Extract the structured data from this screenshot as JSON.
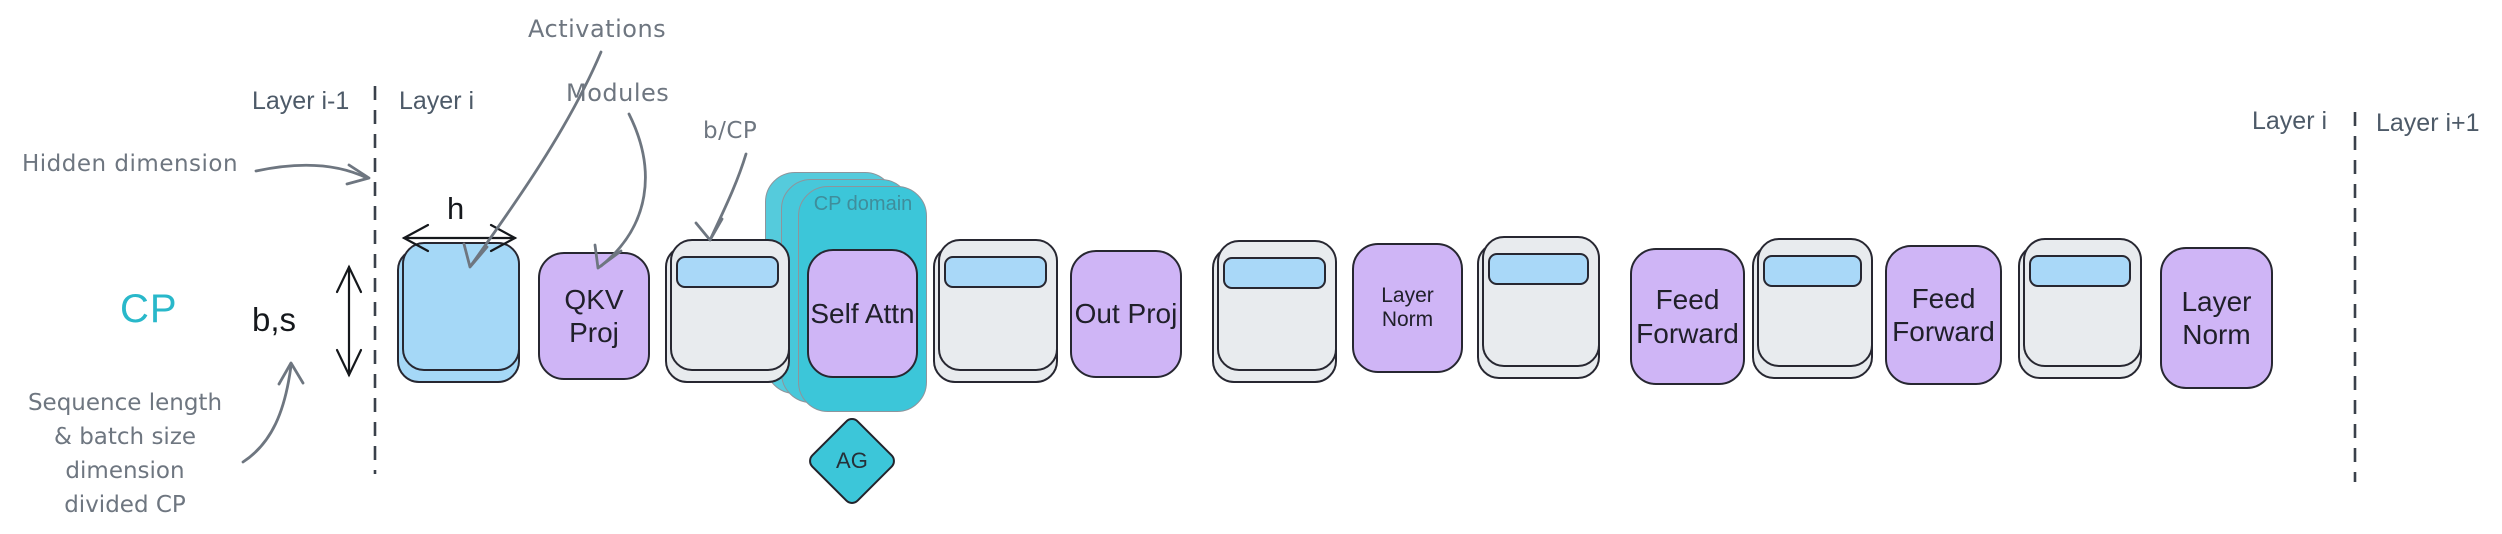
{
  "title": "Context parallelism transformer layer diagram",
  "layer_labels": {
    "left_prev": "Layer i-1",
    "left_curr": "Layer i",
    "right_curr": "Layer i",
    "right_next": "Layer i+1"
  },
  "annotations": {
    "hidden_dimension": "Hidden dimension",
    "activations": "Activations",
    "modules": "Modules",
    "b_over_cp": "b/CP",
    "cp": "CP",
    "bs": "b,s",
    "h": "h",
    "cp_domain": "CP domain",
    "ag": "AG",
    "seq_note_lines": [
      "Sequence length",
      "& batch size",
      "dimension",
      "divided CP"
    ]
  },
  "modules": {
    "qkv_proj": "QKV Proj",
    "self_attn": "Self Attn",
    "out_proj": "Out Proj",
    "layer_norm_1": "Layer Norm",
    "feed_forward_1": "Feed Forward",
    "feed_forward_2": "Feed Forward",
    "layer_norm_2": "Layer Norm"
  },
  "colors": {
    "activation_blue": "#a5d8f7",
    "activation_gray": "#e8ebee",
    "module_purple": "#cfb5f6",
    "cp_teal": "#3cc6d9",
    "cp_text_teal": "#29b8ca",
    "annotation_gray": "#6e7680",
    "box_border": "#272731",
    "layer_label_slate": "#4d5a68"
  }
}
